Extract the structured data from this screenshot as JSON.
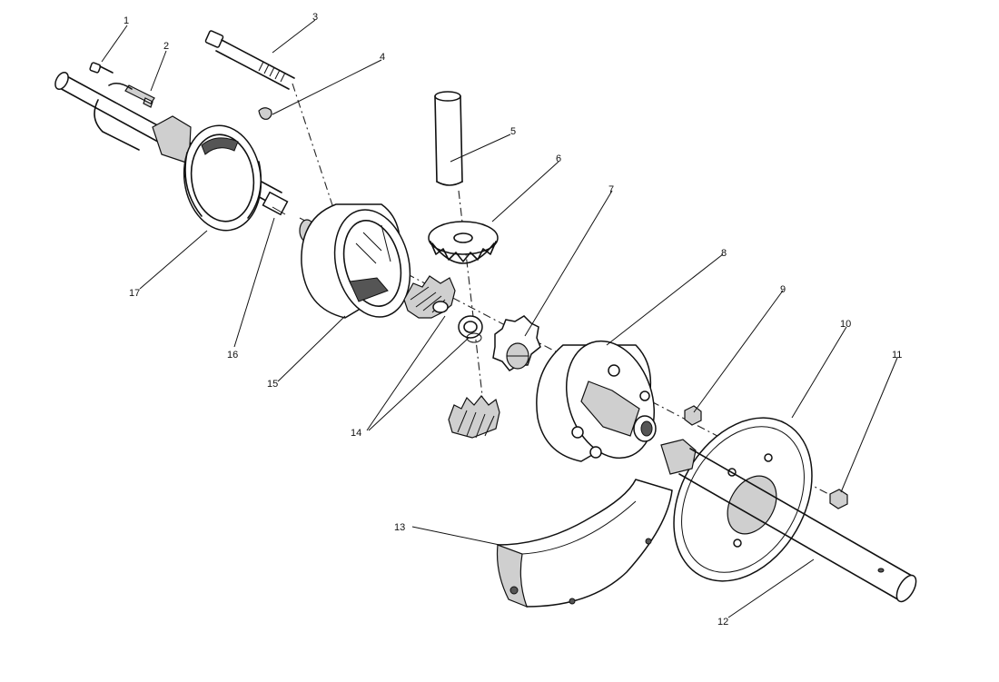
{
  "callouts": [
    "1",
    "2",
    "3",
    "4",
    "5",
    "6",
    "7",
    "8",
    "9",
    "10",
    "11",
    "12",
    "13",
    "14",
    "15",
    "16",
    "17"
  ],
  "colors": {
    "ink": "#111111",
    "paper": "#ffffff",
    "shade": "#cfcfcf"
  }
}
